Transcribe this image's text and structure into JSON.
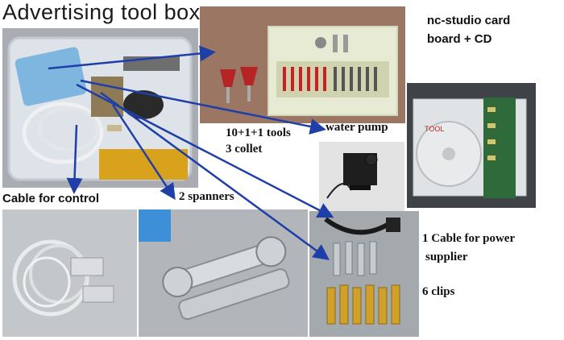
{
  "title": "Advertising tool  box",
  "labels": {
    "nc_card": "nc-studio card",
    "nc_card_2": "board + CD",
    "tools": "10+1+1 tools",
    "collet": "3 collet",
    "water_pump": "water pump",
    "cable_control": "Cable for control",
    "spanners": "2 spanners",
    "power_cable": "1 Cable for power",
    "power_cable_2": "supplier",
    "clips": "6 clips"
  },
  "cd_label": "TOOL",
  "colors": {
    "arrow": "#1f3fa8",
    "text": "#111111"
  }
}
